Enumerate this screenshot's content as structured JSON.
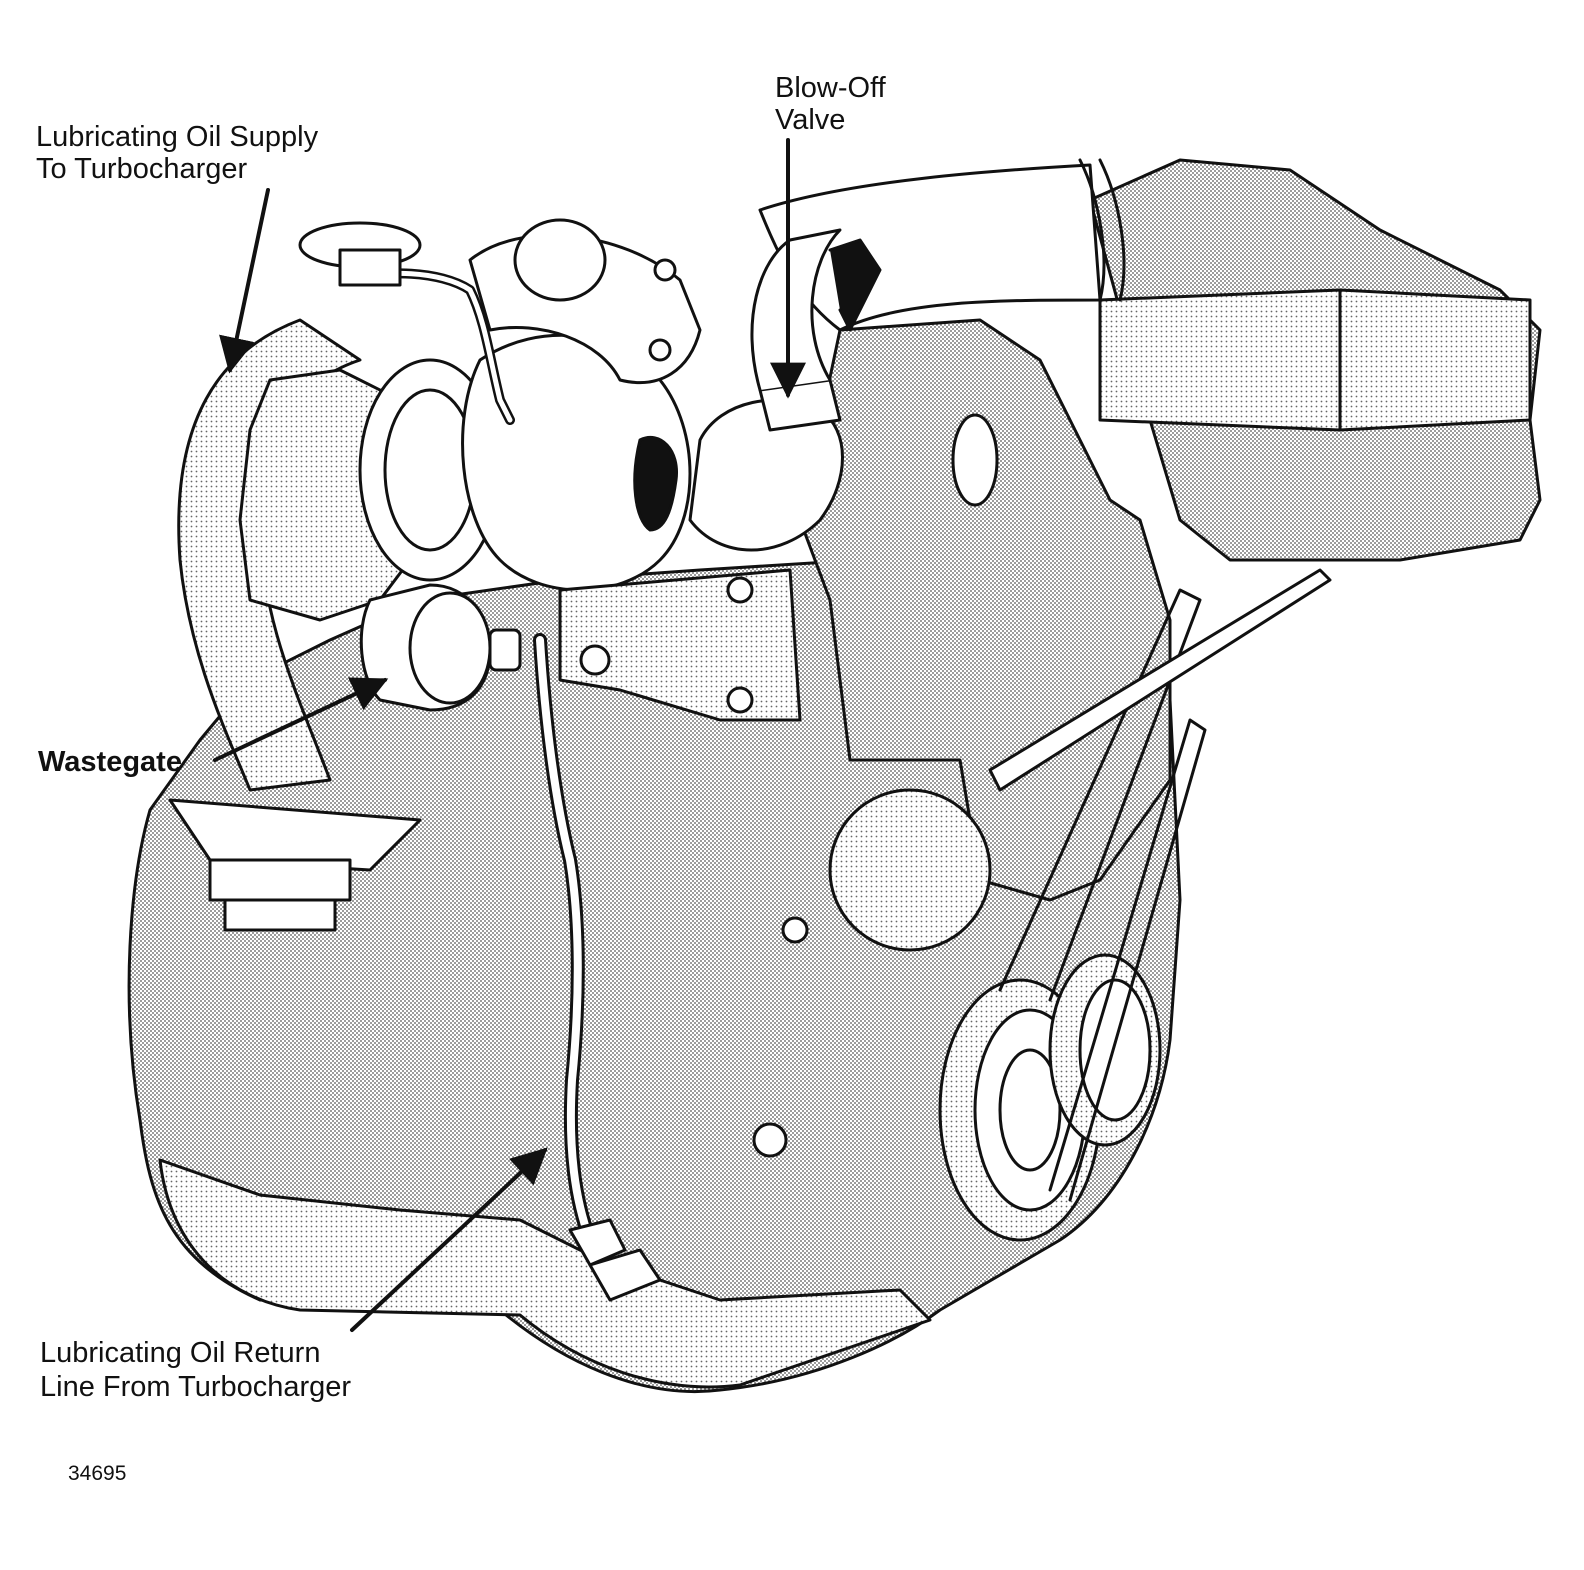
{
  "labels": {
    "oil_supply_line1": "Lubricating Oil Supply",
    "oil_supply_line2": "To Turbocharger",
    "blowoff_line1": "Blow-Off",
    "blowoff_line2": "Valve",
    "wastegate": "Wastegate",
    "oil_return_line1": "Lubricating Oil Return",
    "oil_return_line2": "Line From Turbocharger"
  },
  "figure_number": "34695",
  "colors": {
    "ink": "#111111",
    "shade": "#d6d6d6",
    "shade_dark": "#bdbdbd",
    "paper": "#ffffff"
  }
}
